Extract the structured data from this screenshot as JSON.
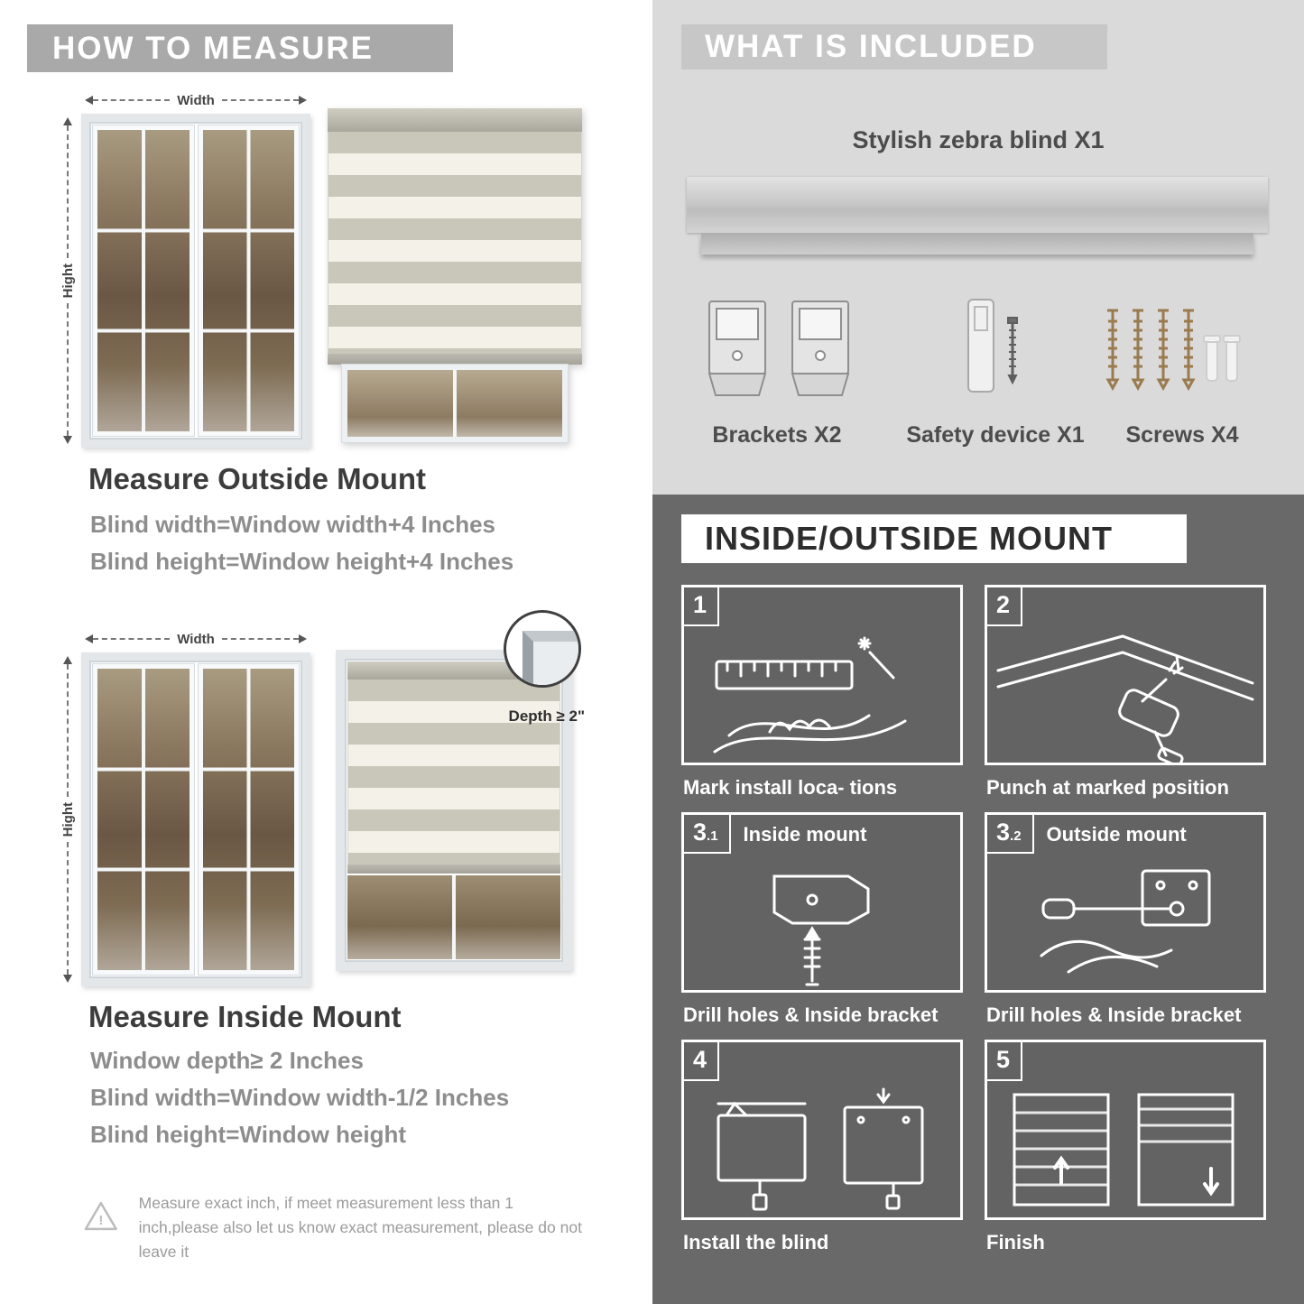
{
  "left": {
    "header": "HOW TO MEASURE",
    "labels": {
      "width": "Width",
      "height": "Hight",
      "depth": "Depth ≥ 2\""
    },
    "outside": {
      "title": "Measure Outside Mount",
      "lines": [
        "Blind width=Window width+4 Inches",
        "Blind height=Window height+4 Inches"
      ]
    },
    "inside": {
      "title": "Measure Inside Mount",
      "lines": [
        "Window depth≥ 2 Inches",
        "Blind width=Window width-1/2 Inches",
        "Blind height=Window height"
      ]
    },
    "warning": "Measure exact inch, if meet measurement less than 1 inch,please also let us know exact measurement, please do not leave it"
  },
  "right": {
    "included": {
      "header": "WHAT IS INCLUDED",
      "product": "Stylish zebra blind X1",
      "items": [
        {
          "label": "Brackets X2"
        },
        {
          "label": "Safety device X1"
        },
        {
          "label": "Screws X4"
        }
      ]
    },
    "mount": {
      "header": "INSIDE/OUTSIDE MOUNT",
      "steps": [
        {
          "num": "1",
          "caption": "Mark install loca- tions"
        },
        {
          "num": "2",
          "caption": "Punch at  marked position"
        },
        {
          "num": "3",
          "sub": ".1",
          "title": "Inside mount",
          "caption": "Drill holes &  Inside bracket"
        },
        {
          "num": "3",
          "sub": ".2",
          "title": "Outside mount",
          "caption": "Drill holes &  Inside bracket"
        },
        {
          "num": "4",
          "caption": "Install the blind"
        },
        {
          "num": "5",
          "caption": "Finish"
        }
      ]
    },
    "colors": {
      "accent_gray": "#a9a9a9",
      "panel_dark": "#696969",
      "included_bg": "#dadada"
    }
  }
}
